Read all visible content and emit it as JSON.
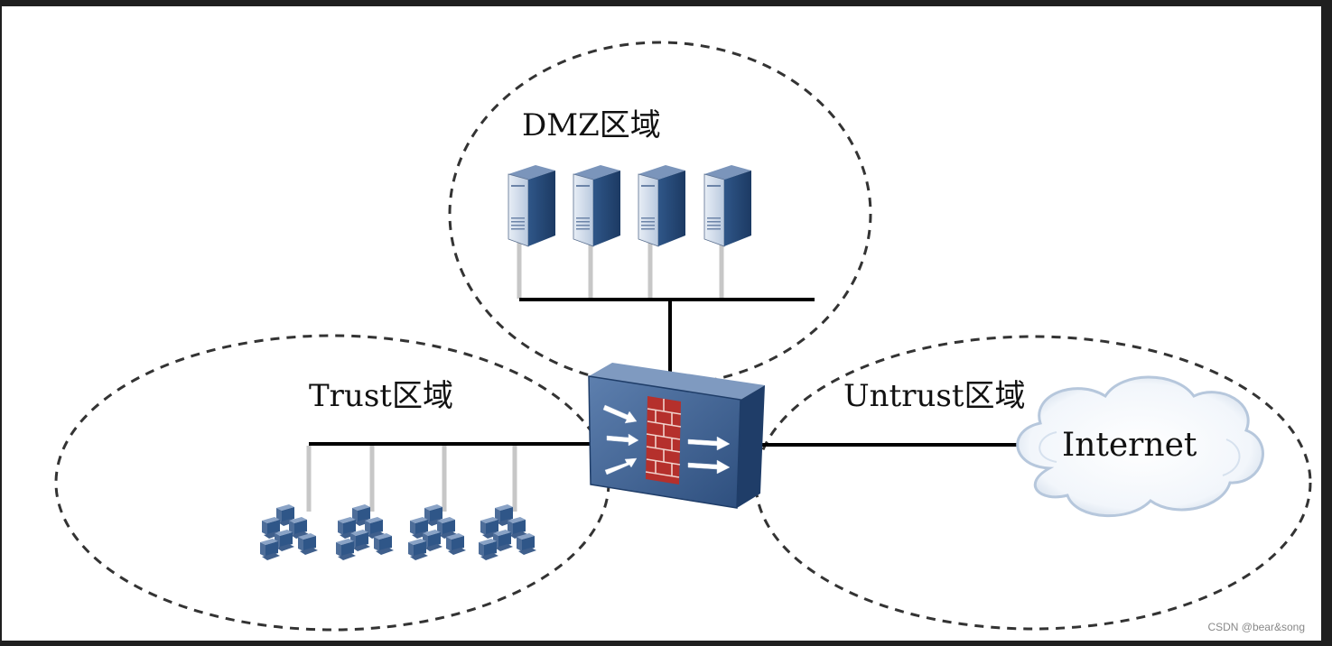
{
  "zones": {
    "dmz": {
      "label": "DMZ区域"
    },
    "trust": {
      "label": "Trust区域"
    },
    "untrust": {
      "label": "Untrust区域"
    }
  },
  "cloud": {
    "label": "Internet"
  },
  "watermark": "CSDN @bear&song",
  "colors": {
    "background": "#ffffff",
    "zone_border": "#333333",
    "line": "#000000",
    "device_blue": "#2f5688",
    "firewall_brick": "#b5302c"
  },
  "icons": {
    "servers": [
      "server-icon",
      "server-icon",
      "server-icon",
      "server-icon"
    ],
    "workstations": [
      "workstation-group-icon",
      "workstation-group-icon",
      "workstation-group-icon",
      "workstation-group-icon"
    ],
    "firewall": "firewall-icon",
    "cloud": "cloud-icon"
  }
}
